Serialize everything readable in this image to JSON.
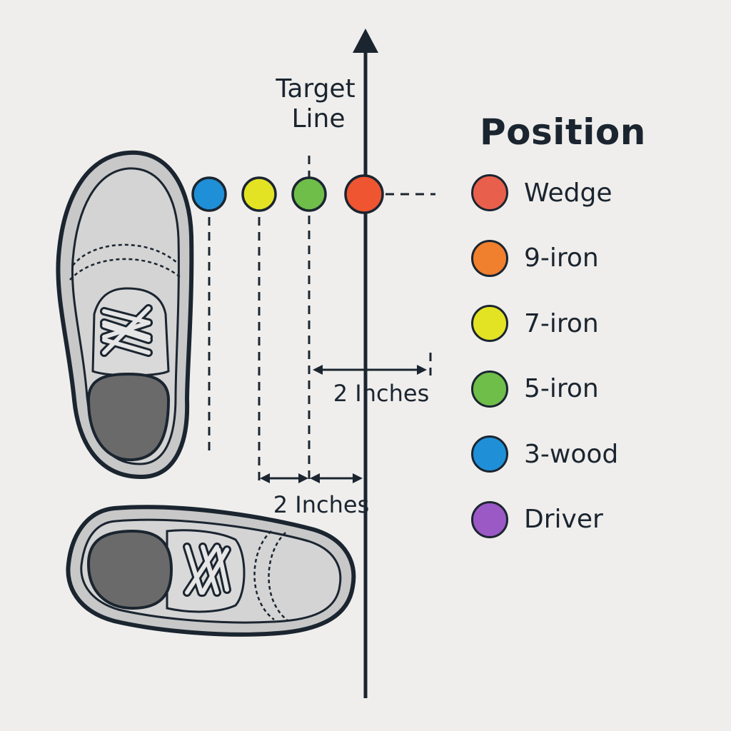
{
  "diagram": {
    "target_line_label": [
      "Target",
      "Line"
    ],
    "measure_top": "2 Inches",
    "measure_bottom": "2 Inches"
  },
  "legend": {
    "title": "Position",
    "items": [
      {
        "label": "Wedge",
        "color": "#e8604c"
      },
      {
        "label": "9-iron",
        "color": "#f07f2e"
      },
      {
        "label": "7-iron",
        "color": "#e3e324"
      },
      {
        "label": "5-iron",
        "color": "#6fbe4a"
      },
      {
        "label": "3-wood",
        "color": "#1f8fd8"
      },
      {
        "label": "Driver",
        "color": "#9b59c6"
      }
    ]
  },
  "balls": [
    {
      "name": "3-wood",
      "color": "#1f8fd8"
    },
    {
      "name": "7-iron",
      "color": "#e3e324"
    },
    {
      "name": "5-iron",
      "color": "#6fbe4a"
    },
    {
      "name": "Wedge",
      "color": "#ef5531"
    }
  ],
  "colors": {
    "line": "#1b2530",
    "shoe_body": "#cfcfcf",
    "shoe_outline": "#1b2530",
    "shoe_insole": "#6a6a6a"
  }
}
